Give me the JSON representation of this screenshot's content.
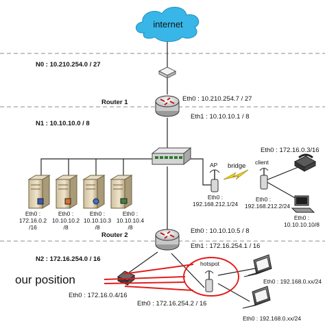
{
  "cloud": {
    "label": "internet"
  },
  "networks": {
    "n0": "N0 : 10.210.254.0 / 27",
    "n1": "N1 : 10.10.10.0 / 8",
    "n2": "N2 : 172.16.254.0 / 16"
  },
  "router1": {
    "title": "Router 1",
    "eth0": "Eth0 : 10.210.254.7 / 27",
    "eth1": "Eth1 : 10.10.10.1 / 8"
  },
  "router2": {
    "title": "Router 2",
    "eth0": "Eth0 : 10.10.10.5 / 8",
    "eth1": "Eth1 : 172.16.254.1 / 16"
  },
  "servers": [
    {
      "eth": "Eth0 :",
      "ip": "172.16.0.2",
      "mask": "/16"
    },
    {
      "eth": "Eth0 :",
      "ip": "10.10.10.2",
      "mask": "/8"
    },
    {
      "eth": "Eth0 :",
      "ip": "10.10.10.3",
      "mask": "/8"
    },
    {
      "eth": "Eth0 :",
      "ip": "10.10.10.4",
      "mask": "/8"
    }
  ],
  "ap": {
    "label": "AP",
    "eth": "Eth0 :",
    "ip": "192.168.212.1/24"
  },
  "bridge": {
    "label": "bridge"
  },
  "client": {
    "label": "client",
    "eth": "Eth0 :",
    "ip": "192.168.212.2/24"
  },
  "phone": {
    "eth": "Eth0 : 172.16.0.3/16"
  },
  "pc": {
    "eth": "Eth0 :",
    "ip": "10.10.10.10/8"
  },
  "position": {
    "label": "our position",
    "eth": "Eth0 : 172.16.0.4/16"
  },
  "hotspot": {
    "label": "hotspot",
    "eth": "Eth0 : 172.16.254.2 / 16"
  },
  "laptops": [
    {
      "eth": "Eth0 : 192.168.0.xx/24"
    },
    {
      "eth": "Eth0 : 192.168.0.xx/24"
    }
  ],
  "colors": {
    "cloud": "#38b6e8",
    "highlight": "#e31b1b",
    "position_text": "#1a9e1a",
    "bolt": "#f2d21a"
  }
}
